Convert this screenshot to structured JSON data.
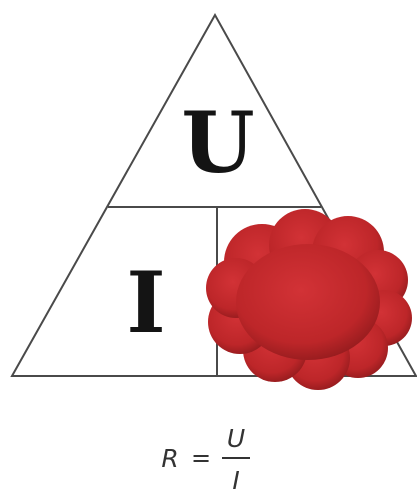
{
  "triangle": {
    "top_letter": "U",
    "left_letter": "I"
  },
  "formula": {
    "lhs": "R",
    "equals": "=",
    "numerator": "U",
    "denominator": "I"
  },
  "colors": {
    "line": "#4a4a4a",
    "text": "#141414",
    "cloud": "#c0282b",
    "cloud_dark": "#8f1a1c",
    "formula": "#333333"
  }
}
